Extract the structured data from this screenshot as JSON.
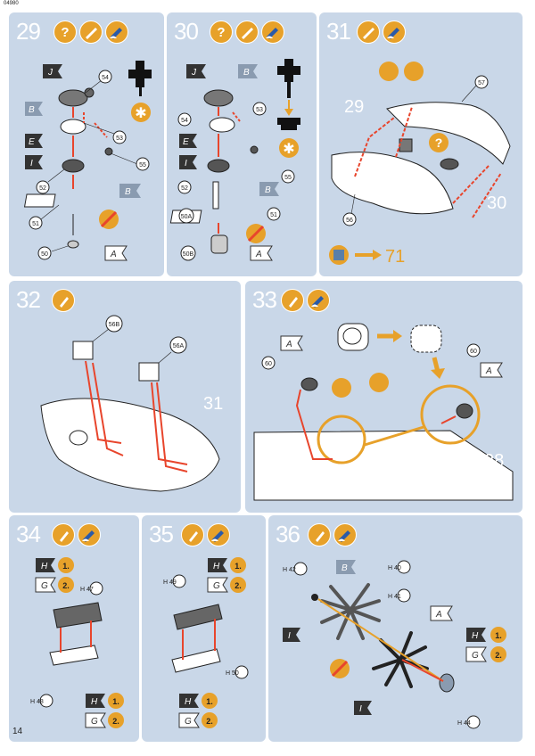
{
  "header": {
    "code": "04980"
  },
  "footer": {
    "page_number": "14"
  },
  "steps": [
    {
      "number": "29",
      "icons": [
        "question-icon",
        "brush-icon",
        "paint-icon"
      ],
      "parts": [
        "54",
        "53",
        "55",
        "52",
        "51",
        "50"
      ],
      "color_codes": [
        "J",
        "B",
        "E",
        "I",
        "B",
        "A"
      ]
    },
    {
      "number": "30",
      "icons": [
        "question-icon",
        "brush-icon",
        "paint-icon"
      ],
      "parts": [
        "54",
        "53",
        "55",
        "52",
        "51",
        "50A",
        "50B"
      ],
      "color_codes": [
        "J",
        "B",
        "E",
        "I",
        "B",
        "A"
      ]
    },
    {
      "number": "31",
      "icons": [
        "brush-icon",
        "paint-icon"
      ],
      "parts": [
        "57",
        "56"
      ],
      "refs": [
        "29",
        "30"
      ],
      "arrow_target": "71"
    },
    {
      "number": "32",
      "icons": [
        "glue-icon"
      ],
      "parts": [
        "56B",
        "56A"
      ],
      "refs": [
        "31"
      ]
    },
    {
      "number": "33",
      "icons": [
        "glue-icon",
        "paint-icon"
      ],
      "parts": [
        "60",
        "60"
      ],
      "color_codes": [
        "A",
        "A"
      ],
      "refs": [
        "28"
      ]
    },
    {
      "number": "34",
      "icons": [
        "glue-icon",
        "paint-icon"
      ],
      "parts": [
        "H 47",
        "H 48"
      ],
      "mix": [
        {
          "code": "H",
          "amount": "1."
        },
        {
          "code": "G",
          "amount": "2."
        },
        {
          "code": "H",
          "amount": "1."
        },
        {
          "code": "G",
          "amount": "2."
        }
      ]
    },
    {
      "number": "35",
      "icons": [
        "glue-icon",
        "paint-icon"
      ],
      "parts": [
        "H 49",
        "H 50"
      ],
      "mix": [
        {
          "code": "H",
          "amount": "1."
        },
        {
          "code": "G",
          "amount": "2."
        },
        {
          "code": "H",
          "amount": "1."
        },
        {
          "code": "G",
          "amount": "2."
        }
      ]
    },
    {
      "number": "36",
      "icons": [
        "glue-icon",
        "paint-icon"
      ],
      "parts": [
        "H 42",
        "H 40",
        "H 41",
        "H 44"
      ],
      "color_codes": [
        "B",
        "A",
        "I",
        "I"
      ],
      "mix": [
        {
          "code": "H",
          "amount": "1."
        },
        {
          "code": "G",
          "amount": "2."
        }
      ]
    }
  ],
  "colors": {
    "panel": "#c9d7e8",
    "accent_orange": "#e7a12a",
    "arrow_red": "#e8452c",
    "flag_dark": "#333333",
    "flag_light": "#8a9bb0"
  }
}
